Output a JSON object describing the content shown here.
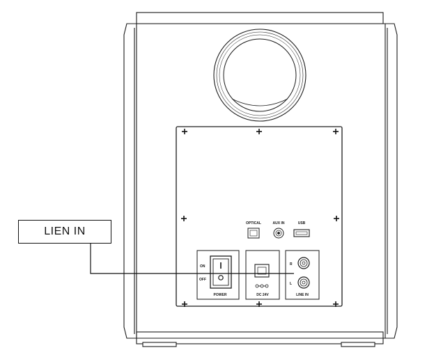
{
  "callout": {
    "label": "LIEN IN"
  },
  "panel": {
    "optical_label": "OPTICAL",
    "aux_label": "AUX IN",
    "usb_label": "USB",
    "power": {
      "on_label": "ON",
      "off_label": "OFF",
      "title": "POWER"
    },
    "dc_label": "DC 24V",
    "line_in": {
      "r_label": "R",
      "l_label": "L",
      "title": "LINE IN"
    }
  }
}
